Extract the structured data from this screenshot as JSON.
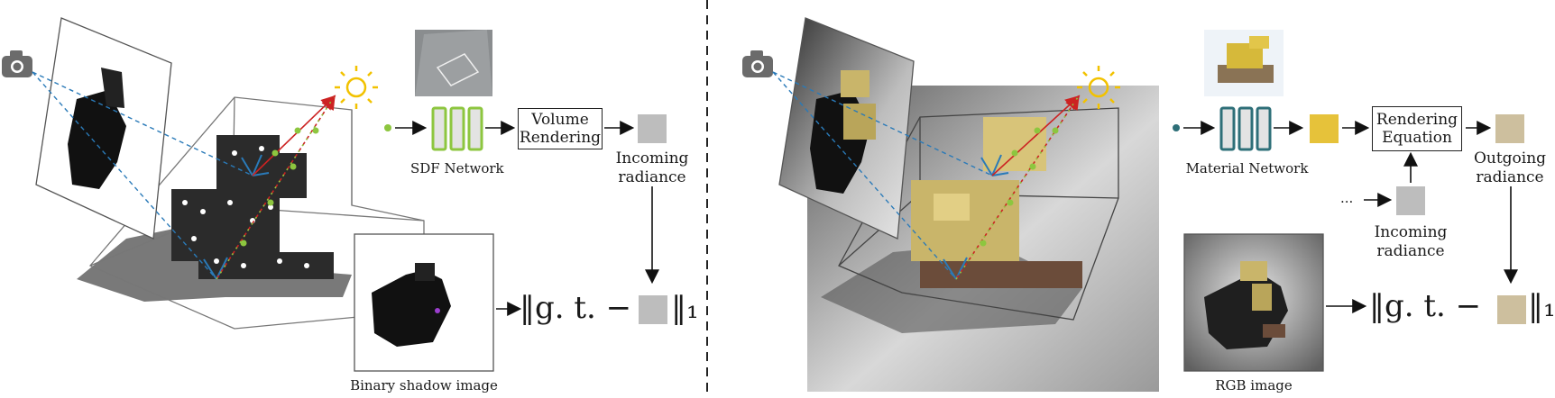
{
  "left": {
    "network_label": "SDF Network",
    "renderer_label": "Volume\nRendering",
    "radiance_label": "Incoming\nradiance",
    "image_label": "Binary shadow image",
    "loss": {
      "prefix": "‖g. t. −",
      "suffix": "‖₁"
    }
  },
  "right": {
    "network_label": "Material Network",
    "renderer_label": "Rendering\nEquation",
    "outgoing_label": "Outgoing\nradiance",
    "incoming_label": "Incoming\nradiance",
    "ellipsis": "...",
    "image_label": "RGB image",
    "loss": {
      "prefix": "‖g. t. −",
      "suffix": "‖₁"
    }
  },
  "colors": {
    "sdf_green": "#8dc63f",
    "material_teal": "#2e6f78",
    "ray_red": "#cc2222",
    "ray_green": "#8dc63f",
    "camera_ray_blue": "#2a7ab8",
    "incoming_gray": "#bdbdbd",
    "material_yellow": "#e6c23a",
    "outgoing_tan": "#cdbf9e",
    "sun_yellow": "#f2c200"
  }
}
